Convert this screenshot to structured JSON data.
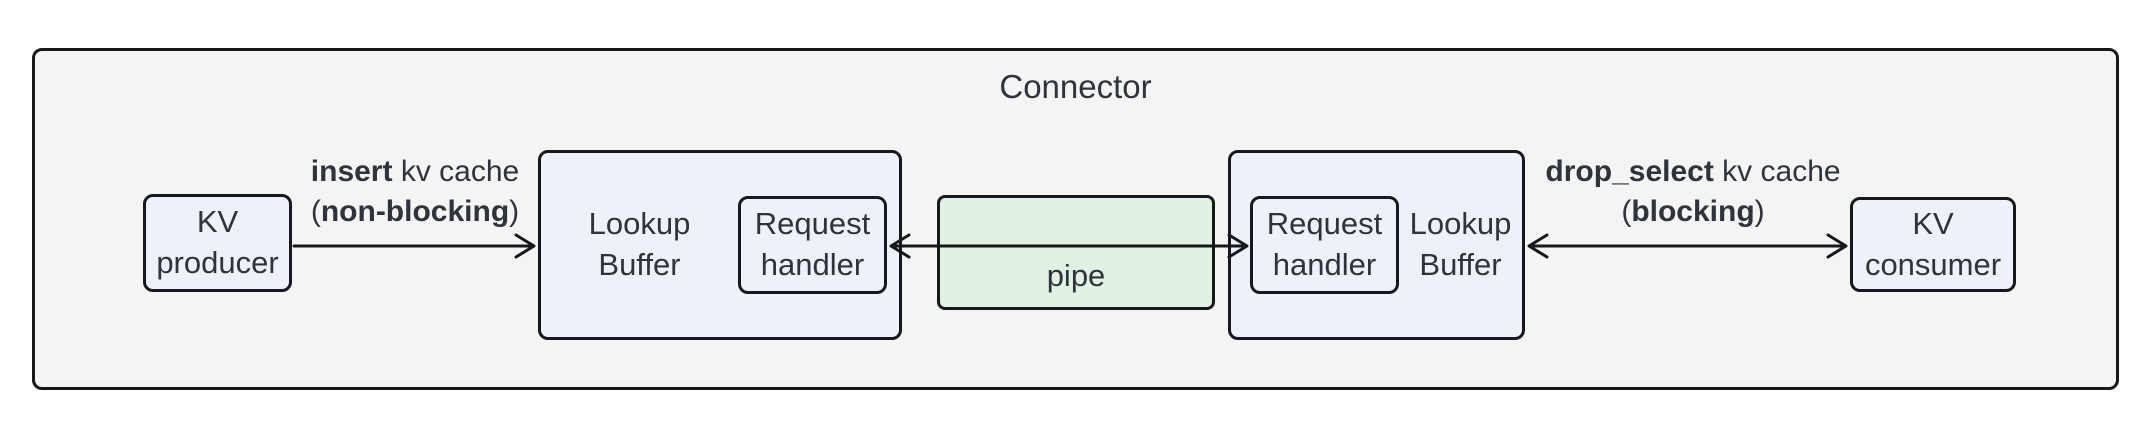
{
  "title": "Connector",
  "nodes": {
    "kv_producer": {
      "label": "KV\nproducer"
    },
    "lookup_buffer_left": {
      "label": "Lookup\nBuffer"
    },
    "request_handler_left": {
      "label": "Request\nhandler"
    },
    "pipe": {
      "label": "pipe"
    },
    "request_handler_right": {
      "label": "Request\nhandler"
    },
    "lookup_buffer_right": {
      "label": "Lookup\nBuffer"
    },
    "kv_consumer": {
      "label": "KV\nconsumer"
    }
  },
  "edges": {
    "insert": {
      "verb": "insert",
      "object": " kv cache",
      "mode_prefix": "(",
      "mode": "non-blocking",
      "mode_suffix": ")"
    },
    "drop_select": {
      "verb": "drop_select",
      "object": " kv cache",
      "mode_prefix": "(",
      "mode": "blocking",
      "mode_suffix": ")"
    }
  },
  "colors": {
    "container-fill": "#f4f4f4",
    "node-fill": "#edf1fa",
    "pipe-fill": "#e1f2e5",
    "border": "#16181c",
    "text": "#2e333c"
  }
}
